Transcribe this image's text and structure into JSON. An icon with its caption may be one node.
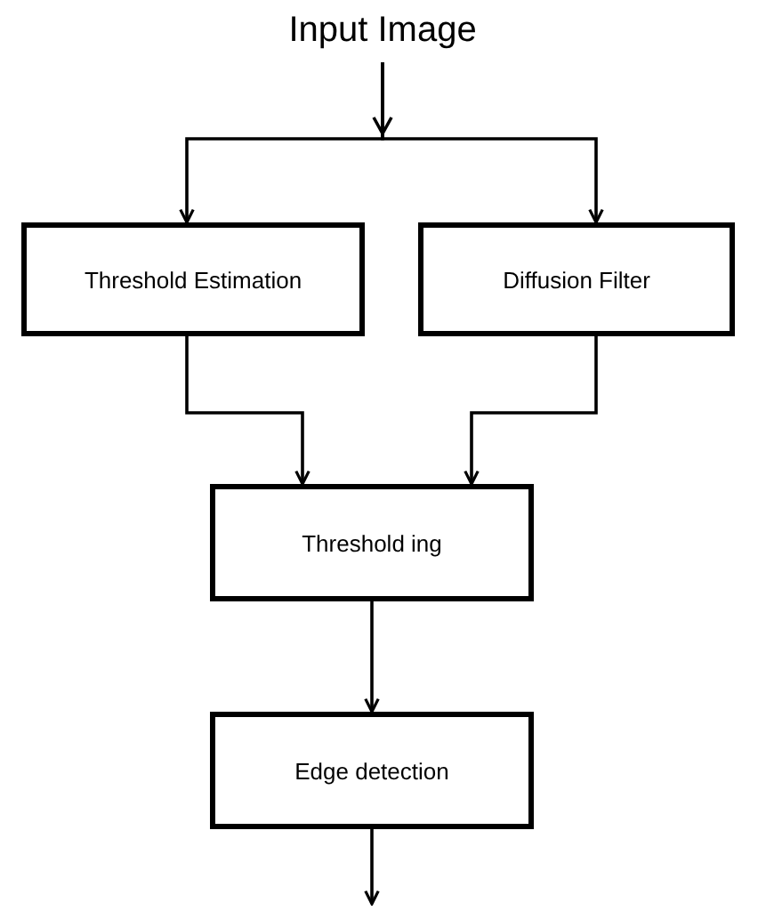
{
  "diagram": {
    "nodes": [
      {
        "text": [
          "Input Image"
        ]
      },
      {
        "text": [
          "Threshold Estimation"
        ]
      },
      {
        "text": [
          "Diffusion Filter"
        ]
      },
      {
        "text": [
          "Threshold ing"
        ]
      },
      {
        "text": [
          "Edge detection"
        ]
      }
    ],
    "edges": [
      {
        "from": 0,
        "to": 1,
        "arrow": "to"
      },
      {
        "from": 0,
        "to": 2,
        "arrow": "to"
      },
      {
        "from": 1,
        "to": 3,
        "arrow": "to"
      },
      {
        "from": 2,
        "to": 3,
        "arrow": "to"
      },
      {
        "from": 3,
        "to": 4,
        "arrow": "to"
      },
      {
        "from": 4,
        "to": null,
        "arrow": "to"
      }
    ]
  }
}
